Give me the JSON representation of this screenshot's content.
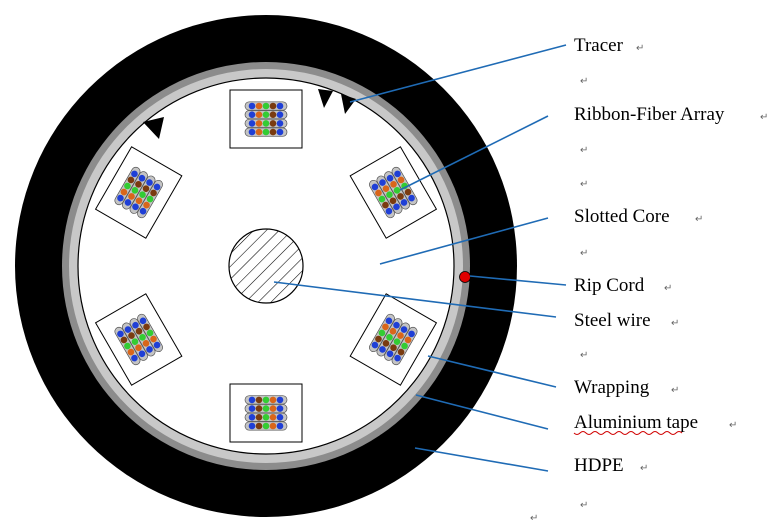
{
  "labels": {
    "tracer": "Tracer",
    "ribbon": "Ribbon-Fiber Array",
    "slotted_core": "Slotted Core",
    "rip_cord": "Rip Cord",
    "steel_wire": "Steel wire",
    "wrapping": "Wrapping",
    "aluminium_tape": "Aluminium tape",
    "hdpe": "HDPE"
  },
  "paragraph_mark": "↵",
  "colors": {
    "hdpe": "#000000",
    "aluminium": "#8c8c8c",
    "wrapping": "#c8c8c8",
    "core": "#ffffff",
    "leader": "#1f6bb5",
    "rip_cord": "#e00000",
    "fiber_blue": "#1f3fd6",
    "fiber_orange": "#d9661a",
    "fiber_green": "#33cc33",
    "fiber_brown": "#7a3b10"
  }
}
